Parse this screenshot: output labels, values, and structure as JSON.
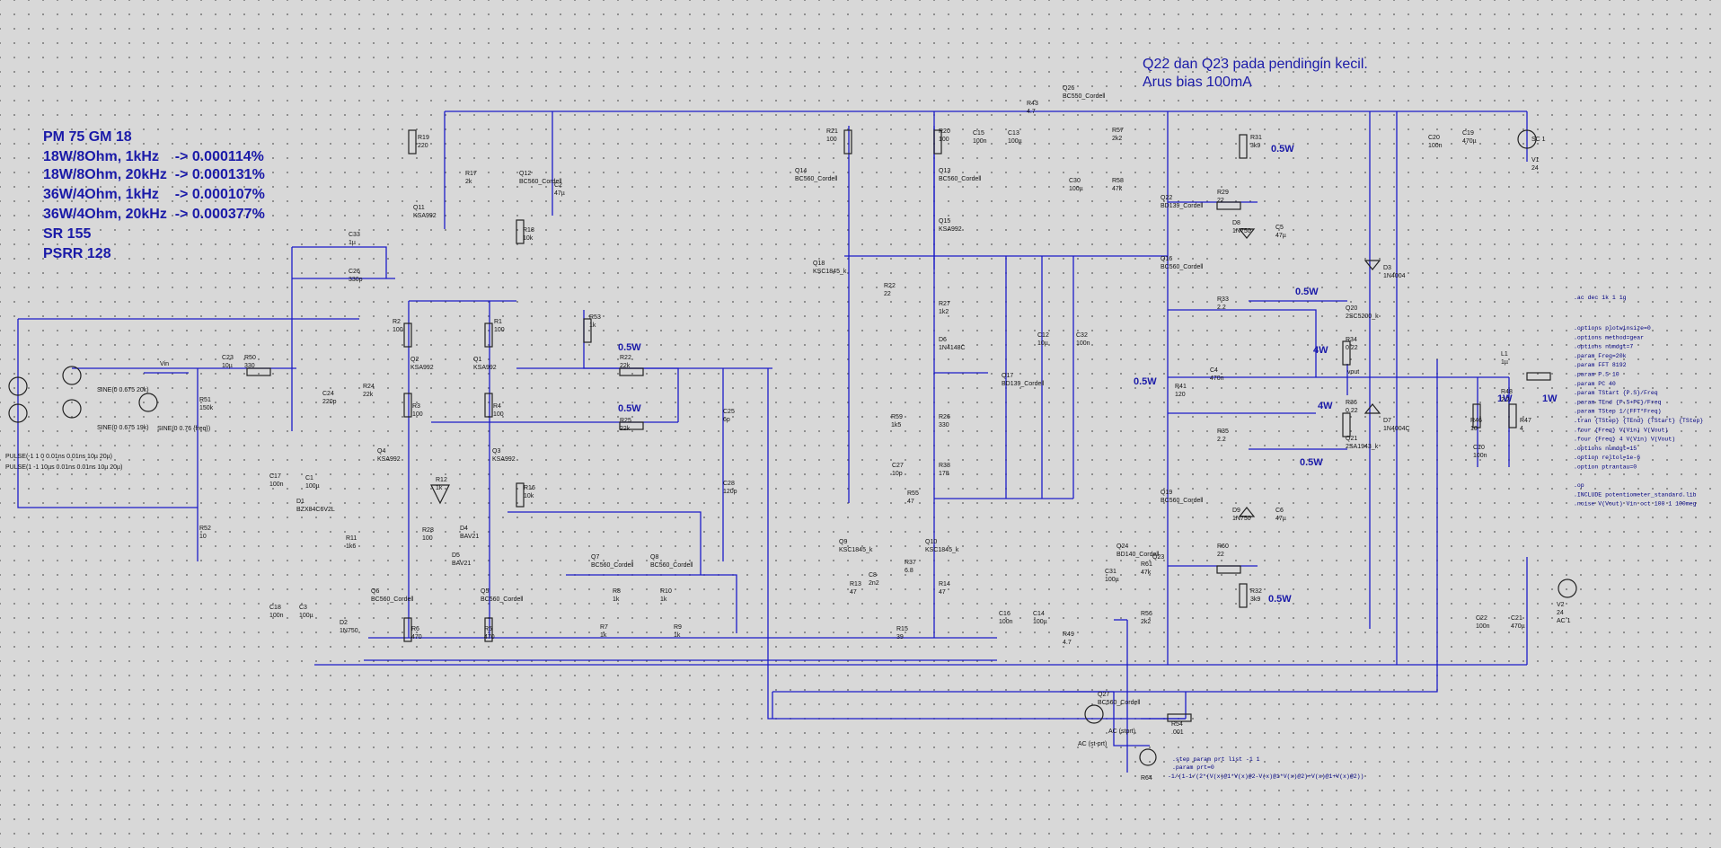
{
  "notes": {
    "title": "PM 75 GM 18",
    "lines": [
      "18W/8Ohm, 1kHz    -> 0.000114%",
      "18W/8Ohm, 20kHz  -> 0.000131%",
      "36W/4Ohm, 1kHz    -> 0.000107%",
      "36W/4Ohm, 20kHz  -> 0.000377%",
      "SR 155",
      "PSRR 128"
    ],
    "heatsink_note": [
      "Q22 dan Q23 pada pendingin kecil.",
      "Arus bias 100mA"
    ]
  },
  "power_labels": [
    {
      "id": "pw-r31",
      "text": "0.5W"
    },
    {
      "id": "pw-r33",
      "text": "0.5W"
    },
    {
      "id": "pw-r34",
      "text": "4W"
    },
    {
      "id": "pw-r41",
      "text": "0.5W"
    },
    {
      "id": "pw-r36",
      "text": "4W"
    },
    {
      "id": "pw-r35",
      "text": "0.5W"
    },
    {
      "id": "pw-r32",
      "text": "0.5W"
    },
    {
      "id": "pw-r48",
      "text": "1W"
    },
    {
      "id": "pw-r47",
      "text": "1W"
    },
    {
      "id": "pw-r22",
      "text": "0.5W"
    },
    {
      "id": "pw-r25",
      "text": "0.5W"
    }
  ],
  "sources": {
    "v4_pulse": "PULSE(-1 1 0 0.01ns 0.01ns 10µ 20µ)",
    "v5_pulse": "PULSE(1 -1 10µs 0.01ns 0.01ns 10µ 20µ)",
    "vin1": "SINE(0 0.675 20k)",
    "vin2": "SINE(0 0.675 19k)",
    "v3": "SINE(0 0.76 {freq})",
    "v1": "SC 1",
    "v2": "AC 1",
    "ac_top": "AC (stprt)",
    "ac_bot": "AC (st-prt)"
  },
  "directives": {
    "ac": ".ac dec 1k 1 1g",
    "options": [
      ".options plotwinsize=0",
      ".options method=gear",
      ".options numdgt=7",
      ".param Freq=20k",
      ".param FFT 8192",
      ".param P.S 10",
      ".param PC 40",
      ".param TStart {P.S}/Freq",
      ".param TEnd {P.S+PC}/Freq",
      ".param TStep 1/(FFT*Freq)",
      ".tran {TStep} {TEnd} {TStart} {TStep}",
      ".four {Freq} V(Vin) V(Vout)",
      ".four {Freq} 4 V(Vin) V(Vout)",
      ".options numdgt=15",
      ".option reltol=1e-6",
      ".option ptrantau=0",
      "",
      ".op",
      ".INCLUDE potentiometer_standard.lib",
      ".noise V(Vout) Vin oct 100 1 100meg"
    ],
    "step": [
      ".step param prt list -1 1",
      ".param prt=0",
      "-1/(1-1/(2*(V(x)@1*V(x)@2-V(x)@1*V(x)@2)+V(x)@1+V(x)@2))"
    ]
  },
  "nets": {
    "vin": "Vin",
    "vout": "vout"
  },
  "components": [
    {
      "id": "R19",
      "name": "R19",
      "value": "220"
    },
    {
      "id": "R17",
      "name": "R17",
      "value": "2k"
    },
    {
      "id": "Q12",
      "name": "Q12",
      "value": "BC560_Cordell"
    },
    {
      "id": "C2",
      "name": "C2",
      "value": "47µ"
    },
    {
      "id": "Q11",
      "name": "Q11",
      "value": "KSA992"
    },
    {
      "id": "R18",
      "name": "R18",
      "value": "10k"
    },
    {
      "id": "C33",
      "name": "C33",
      "value": "1µ"
    },
    {
      "id": "C26",
      "name": "C26",
      "value": "330p"
    },
    {
      "id": "R2",
      "name": "R2",
      "value": "100"
    },
    {
      "id": "R1",
      "name": "R1",
      "value": "100"
    },
    {
      "id": "R53",
      "name": "R53",
      "value": "1k"
    },
    {
      "id": "Q2",
      "name": "Q2",
      "value": "KSA992"
    },
    {
      "id": "Q1",
      "name": "Q1",
      "value": "KSA992"
    },
    {
      "id": "C23",
      "name": "C23",
      "value": "10µ"
    },
    {
      "id": "R50",
      "name": "R50",
      "value": "330"
    },
    {
      "id": "R51",
      "name": "R51",
      "value": "150k"
    },
    {
      "id": "C24",
      "name": "C24",
      "value": "220p"
    },
    {
      "id": "R24",
      "name": "R24",
      "value": "22k"
    },
    {
      "id": "R22",
      "name": "R22",
      "value": "22k"
    },
    {
      "id": "R25",
      "name": "R25",
      "value": "22k"
    },
    {
      "id": "R3",
      "name": "R3",
      "value": "100"
    },
    {
      "id": "R4",
      "name": "R4",
      "value": "100"
    },
    {
      "id": "Q4",
      "name": "Q4",
      "value": "KSA992"
    },
    {
      "id": "Q3",
      "name": "Q3",
      "value": "KSA992"
    },
    {
      "id": "R12",
      "name": "R12",
      "value": "1k"
    },
    {
      "id": "C17",
      "name": "C17",
      "value": "100n"
    },
    {
      "id": "C1",
      "name": "C1",
      "value": "100µ"
    },
    {
      "id": "D1",
      "name": "D1",
      "value": "BZX84C6V2L"
    },
    {
      "id": "R16",
      "name": "R16",
      "value": "10k"
    },
    {
      "id": "R52",
      "name": "R52",
      "value": "10"
    },
    {
      "id": "R11",
      "name": "R11",
      "value": "1k6"
    },
    {
      "id": "R28",
      "name": "R28",
      "value": "100"
    },
    {
      "id": "D4",
      "name": "D4",
      "value": "BAV21"
    },
    {
      "id": "D5",
      "name": "D5",
      "value": "BAV21"
    },
    {
      "id": "C18",
      "name": "C18",
      "value": "100n"
    },
    {
      "id": "C3",
      "name": "C3",
      "value": "100µ"
    },
    {
      "id": "D2",
      "name": "D2",
      "value": "1N750"
    },
    {
      "id": "Q6",
      "name": "Q6",
      "value": "BC560_Cordell"
    },
    {
      "id": "Q5",
      "name": "Q5",
      "value": "BC560_Cordell"
    },
    {
      "id": "R6",
      "name": "R6",
      "value": "470"
    },
    {
      "id": "R5",
      "name": "R5",
      "value": "470"
    },
    {
      "id": "Q7",
      "name": "Q7",
      "value": "BC560_Cordell"
    },
    {
      "id": "Q8",
      "name": "Q8",
      "value": "BC560_Cordell"
    },
    {
      "id": "R8",
      "name": "R8",
      "value": "1k"
    },
    {
      "id": "R10",
      "name": "R10",
      "value": "1k"
    },
    {
      "id": "R7",
      "name": "R7",
      "value": "1k"
    },
    {
      "id": "R9",
      "name": "R9",
      "value": "1k"
    },
    {
      "id": "C25",
      "name": "C25",
      "value": "6p"
    },
    {
      "id": "C28",
      "name": "C28",
      "value": "120p"
    },
    {
      "id": "R21",
      "name": "R21",
      "value": "100"
    },
    {
      "id": "R20",
      "name": "R20",
      "value": "100"
    },
    {
      "id": "Q14",
      "name": "Q14",
      "value": "BC560_Cordell"
    },
    {
      "id": "Q13",
      "name": "Q13",
      "value": "BC560_Cordell"
    },
    {
      "id": "Q15",
      "name": "Q15",
      "value": "KSA992"
    },
    {
      "id": "Q18",
      "name": "Q18",
      "value": "KSC1845_k"
    },
    {
      "id": "R22b",
      "name": "R22",
      "value": "22"
    },
    {
      "id": "R27",
      "name": "R27",
      "value": "1k2"
    },
    {
      "id": "D6",
      "name": "D6",
      "value": "1N4148C"
    },
    {
      "id": "R59",
      "name": "R59",
      "value": "1k5"
    },
    {
      "id": "C27",
      "name": "C27",
      "value": "10p"
    },
    {
      "id": "R26",
      "name": "R26",
      "value": "330"
    },
    {
      "id": "R38",
      "name": "R38",
      "value": "178"
    },
    {
      "id": "R55",
      "name": "R55",
      "value": "47"
    },
    {
      "id": "Q9",
      "name": "Q9",
      "value": "KSC1845_k"
    },
    {
      "id": "Q10",
      "name": "Q10",
      "value": "KSC1845_k"
    },
    {
      "id": "C8",
      "name": "C8",
      "value": "2n2"
    },
    {
      "id": "R37",
      "name": "R37",
      "value": "6.8"
    },
    {
      "id": "R13",
      "name": "R13",
      "value": "47"
    },
    {
      "id": "R14",
      "name": "R14",
      "value": "47"
    },
    {
      "id": "R15",
      "name": "R15",
      "value": "39"
    },
    {
      "id": "Q17",
      "name": "Q17",
      "value": "BD139_Cordell"
    },
    {
      "id": "C12",
      "name": "C12",
      "value": "10µ"
    },
    {
      "id": "C32",
      "name": "C32",
      "value": "100n"
    },
    {
      "id": "C15",
      "name": "C15",
      "value": "100n"
    },
    {
      "id": "C13",
      "name": "C13",
      "value": "100µ"
    },
    {
      "id": "R43",
      "name": "R43",
      "value": "4.7"
    },
    {
      "id": "Q26",
      "name": "Q26",
      "value": "BC550_Cordell"
    },
    {
      "id": "R57",
      "name": "R57",
      "value": "2k2"
    },
    {
      "id": "C30",
      "name": "C30",
      "value": "100µ"
    },
    {
      "id": "R58",
      "name": "R58",
      "value": "47k"
    },
    {
      "id": "Q22",
      "name": "Q22",
      "value": "BD139_Cordell"
    },
    {
      "id": "R29",
      "name": "R29",
      "value": "22"
    },
    {
      "id": "D8",
      "name": "D8",
      "value": "1N750"
    },
    {
      "id": "C5",
      "name": "C5",
      "value": "47µ"
    },
    {
      "id": "R31",
      "name": "R31",
      "value": "3k9"
    },
    {
      "id": "Q16",
      "name": "Q16",
      "value": "BC560_Cordell"
    },
    {
      "id": "R33",
      "name": "R33",
      "value": "2.2"
    },
    {
      "id": "Q20",
      "name": "Q20",
      "value": "2SC5200_k"
    },
    {
      "id": "R34",
      "name": "R34",
      "value": "0.22"
    },
    {
      "id": "R41",
      "name": "R41",
      "value": "120"
    },
    {
      "id": "C4",
      "name": "C4",
      "value": "470n"
    },
    {
      "id": "R36",
      "name": "R36",
      "value": "0.22"
    },
    {
      "id": "R35",
      "name": "R35",
      "value": "2.2"
    },
    {
      "id": "Q21",
      "name": "Q21",
      "value": "2SA1943_k"
    },
    {
      "id": "Q19",
      "name": "Q19",
      "value": "BC560_Cordell"
    },
    {
      "id": "D9",
      "name": "D9",
      "value": "1N750"
    },
    {
      "id": "C6",
      "name": "C6",
      "value": "47µ"
    },
    {
      "id": "R60",
      "name": "R60",
      "value": "22"
    },
    {
      "id": "R32",
      "name": "R32",
      "value": "3k9"
    },
    {
      "id": "Q24",
      "name": "Q24",
      "value": "BD140_Cordell"
    },
    {
      "id": "C31",
      "name": "C31",
      "value": "100µ"
    },
    {
      "id": "R61",
      "name": "R61",
      "value": "47k"
    },
    {
      "id": "Q23",
      "name": "Q23",
      "value": "Q23"
    },
    {
      "id": "R56",
      "name": "R56",
      "value": "2k2"
    },
    {
      "id": "C16",
      "name": "C16",
      "value": "100n"
    },
    {
      "id": "C14",
      "name": "C14",
      "value": "100µ"
    },
    {
      "id": "R49",
      "name": "R49",
      "value": "4.7"
    },
    {
      "id": "Q27",
      "name": "Q27",
      "value": "BC560_Cordell"
    },
    {
      "id": "D3",
      "name": "D3",
      "value": "1N4004"
    },
    {
      "id": "D7",
      "name": "D7",
      "value": "1N4004C"
    },
    {
      "id": "C20",
      "name": "C20",
      "value": "100n"
    },
    {
      "id": "C19",
      "name": "C19",
      "value": "470µ"
    },
    {
      "id": "V1",
      "name": "V1",
      "value": "24"
    },
    {
      "id": "C22",
      "name": "C22",
      "value": "100n"
    },
    {
      "id": "C21",
      "name": "C21",
      "value": "470µ"
    },
    {
      "id": "V2",
      "name": "V2",
      "value": "24"
    },
    {
      "id": "L1",
      "name": "L1",
      "value": "1µ"
    },
    {
      "id": "R48",
      "name": "R48",
      "value": "2.2"
    },
    {
      "id": "R46",
      "name": "R46",
      "value": "10"
    },
    {
      "id": "C10",
      "name": "C10",
      "value": "100n"
    },
    {
      "id": "R47",
      "name": "R47",
      "value": "4"
    },
    {
      "id": "R54",
      "name": "R54",
      "value": ".001"
    },
    {
      "id": "R64",
      "name": "R64",
      "value": "R64"
    }
  ]
}
